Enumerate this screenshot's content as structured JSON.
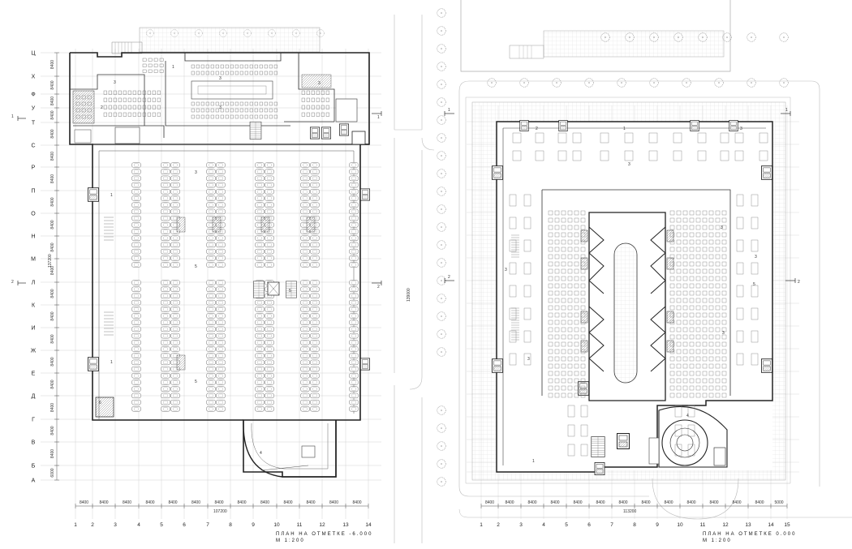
{
  "plans": [
    {
      "id": "left",
      "title": "ПЛАН НА ОТМЕТКЕ -6.000",
      "scale": "М 1:200",
      "total_dim": "107200",
      "side_dims": [
        "137200",
        "139000"
      ],
      "bay_dim": "8400",
      "columns": [
        "1",
        "2",
        "3",
        "4",
        "5",
        "6",
        "7",
        "8",
        "9",
        "10",
        "11",
        "12",
        "13",
        "14"
      ],
      "rows": [
        "Ц",
        "Х",
        "Ф",
        "У",
        "Т",
        "С",
        "Р",
        "П",
        "О",
        "Н",
        "М",
        "Л",
        "К",
        "И",
        "Ж",
        "Е",
        "Д",
        "Г",
        "В",
        "Б",
        "А"
      ],
      "row_end_dim": "6000",
      "section_marks": [
        "1",
        "2"
      ]
    },
    {
      "id": "right",
      "title": "ПЛАН НА ОТМЕТКЕ 0.000",
      "scale": "М 1:200",
      "total_dim": "113200",
      "bay_dim": "8400",
      "last_bay_dim": "5000",
      "columns": [
        "1",
        "2",
        "3",
        "4",
        "5",
        "6",
        "7",
        "8",
        "9",
        "10",
        "11",
        "12",
        "13",
        "14",
        "15"
      ],
      "section_marks": [
        "1",
        "2"
      ]
    }
  ],
  "room_numbers": [
    "1",
    "2",
    "3",
    "4",
    "5",
    "6",
    "7"
  ]
}
